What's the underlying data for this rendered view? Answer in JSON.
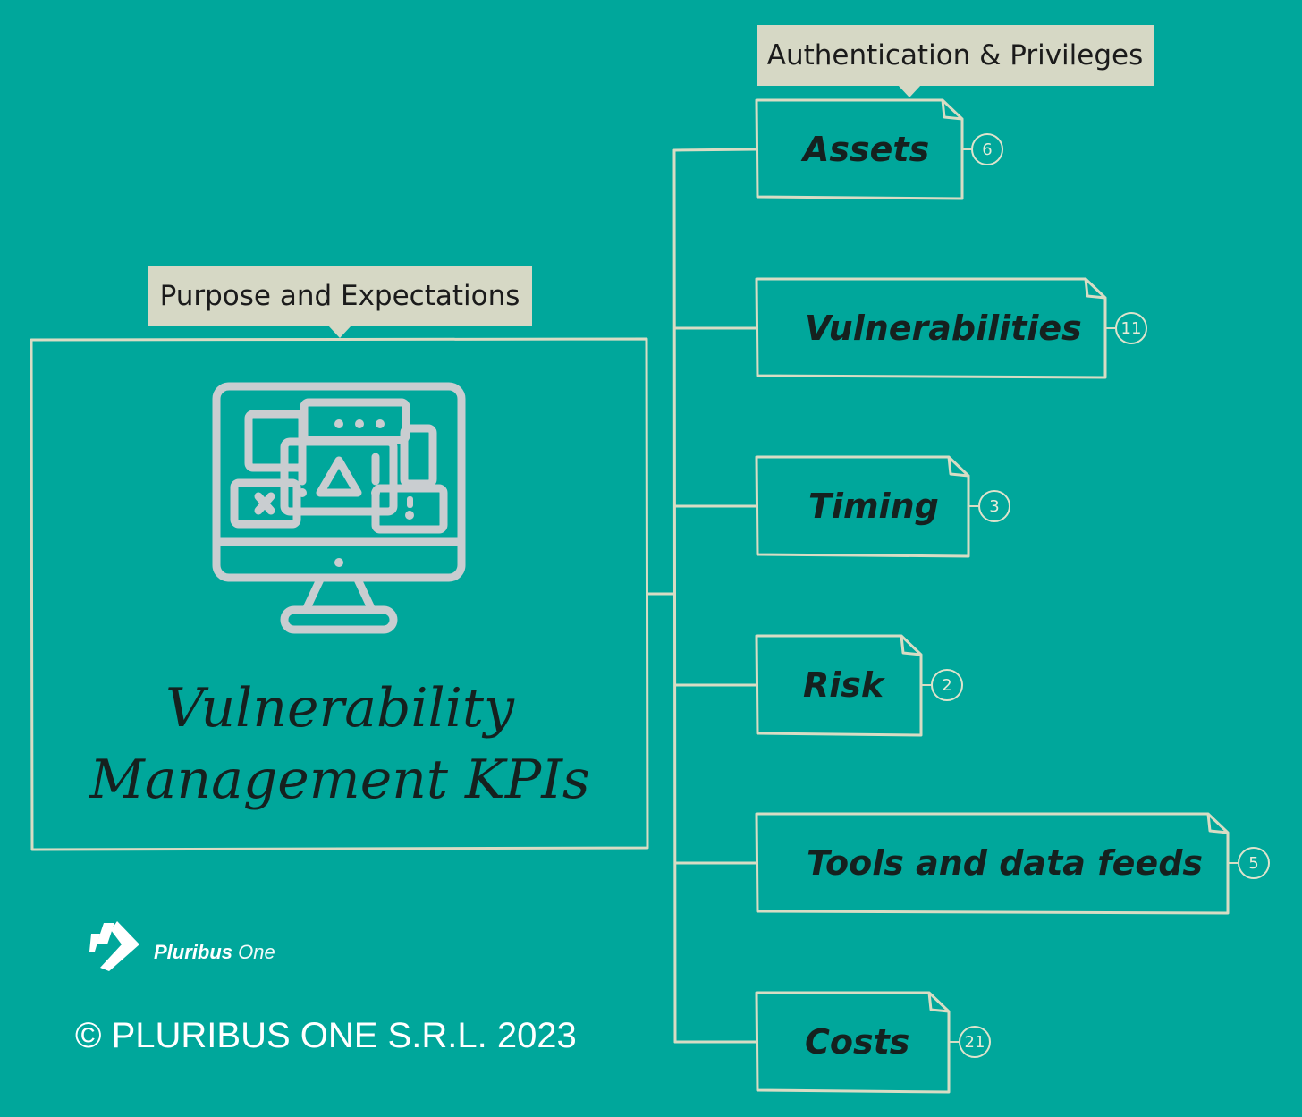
{
  "callouts": {
    "left": "Purpose and Expectations",
    "right": "Authentication & Privileges"
  },
  "main_node": {
    "title_line1": "Vulnerability",
    "title_line2": "Management KPIs",
    "icon": "computer-warning-icon"
  },
  "topics": [
    {
      "label": "Assets",
      "count": "6"
    },
    {
      "label": "Vulnerabilities",
      "count": "11"
    },
    {
      "label": "Timing",
      "count": "3"
    },
    {
      "label": "Risk",
      "count": "2"
    },
    {
      "label": "Tools and data feeds",
      "count": "5"
    },
    {
      "label": "Costs",
      "count": "21"
    }
  ],
  "brand": {
    "name_bold": "Pluribus",
    "name_light": "One",
    "logo": "pluribus-one-logo"
  },
  "copyright": "© PLURIBUS ONE S.R.L. 2023",
  "colors": {
    "background": "#00a79b",
    "lines": "#d8dcc4",
    "callout": "#d6d8c5",
    "text": "#15211f",
    "icon": "#c9cdd0"
  }
}
